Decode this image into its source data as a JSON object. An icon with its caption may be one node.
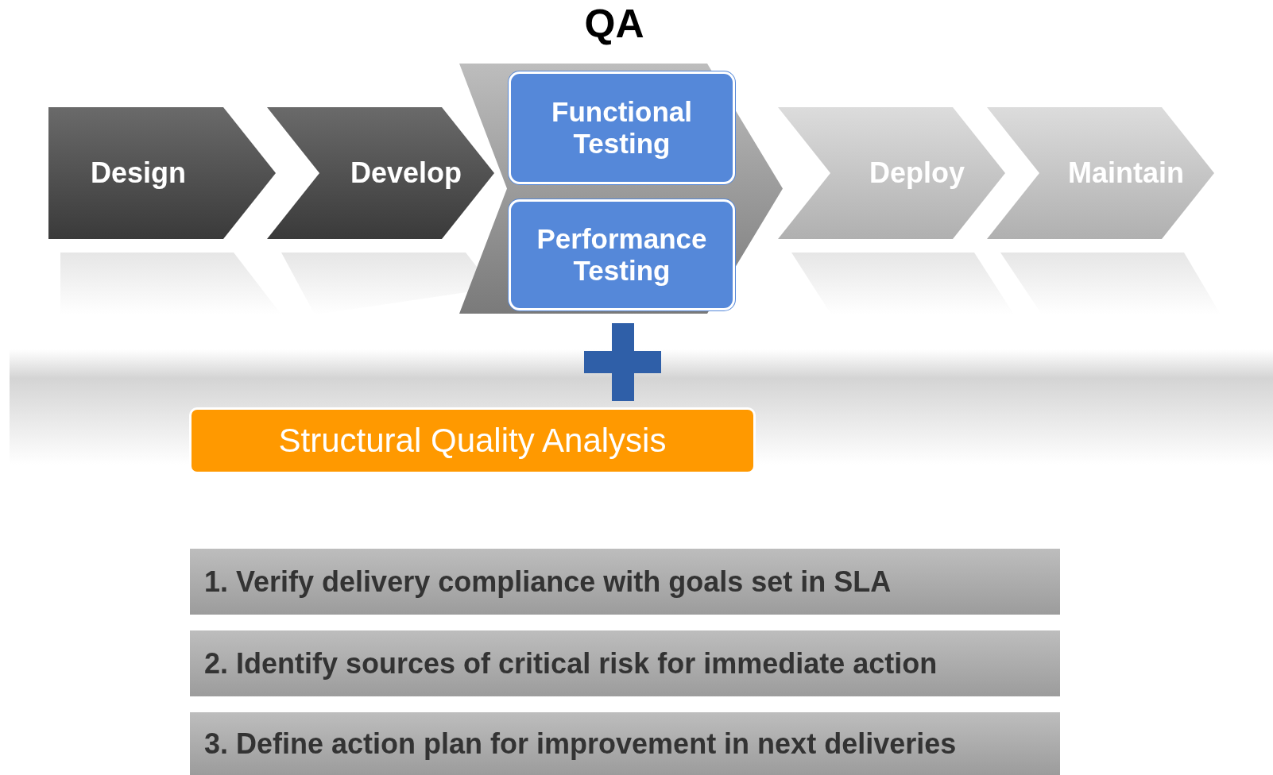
{
  "diagram": {
    "nodes": [
      {
        "text": [
          "Design"
        ]
      },
      {
        "text": [
          "Develop"
        ]
      },
      {
        "text": [
          "QA"
        ]
      },
      {
        "text": [
          "Functional Testing"
        ],
        "in": 2
      },
      {
        "text": [
          "Performance Testing"
        ],
        "in": 2
      },
      {
        "text": [
          "Deploy"
        ]
      },
      {
        "text": [
          "Maintain"
        ]
      },
      {
        "text": [
          "Structural Quality Analysis"
        ]
      },
      {
        "text": [
          "1. Verify delivery compliance with goals set in SLA"
        ]
      },
      {
        "text": [
          "2. Identify sources of critical risk for immediate action"
        ]
      },
      {
        "text": [
          "3. Define action plan for improvement in next deliveries"
        ]
      }
    ],
    "edges": []
  }
}
